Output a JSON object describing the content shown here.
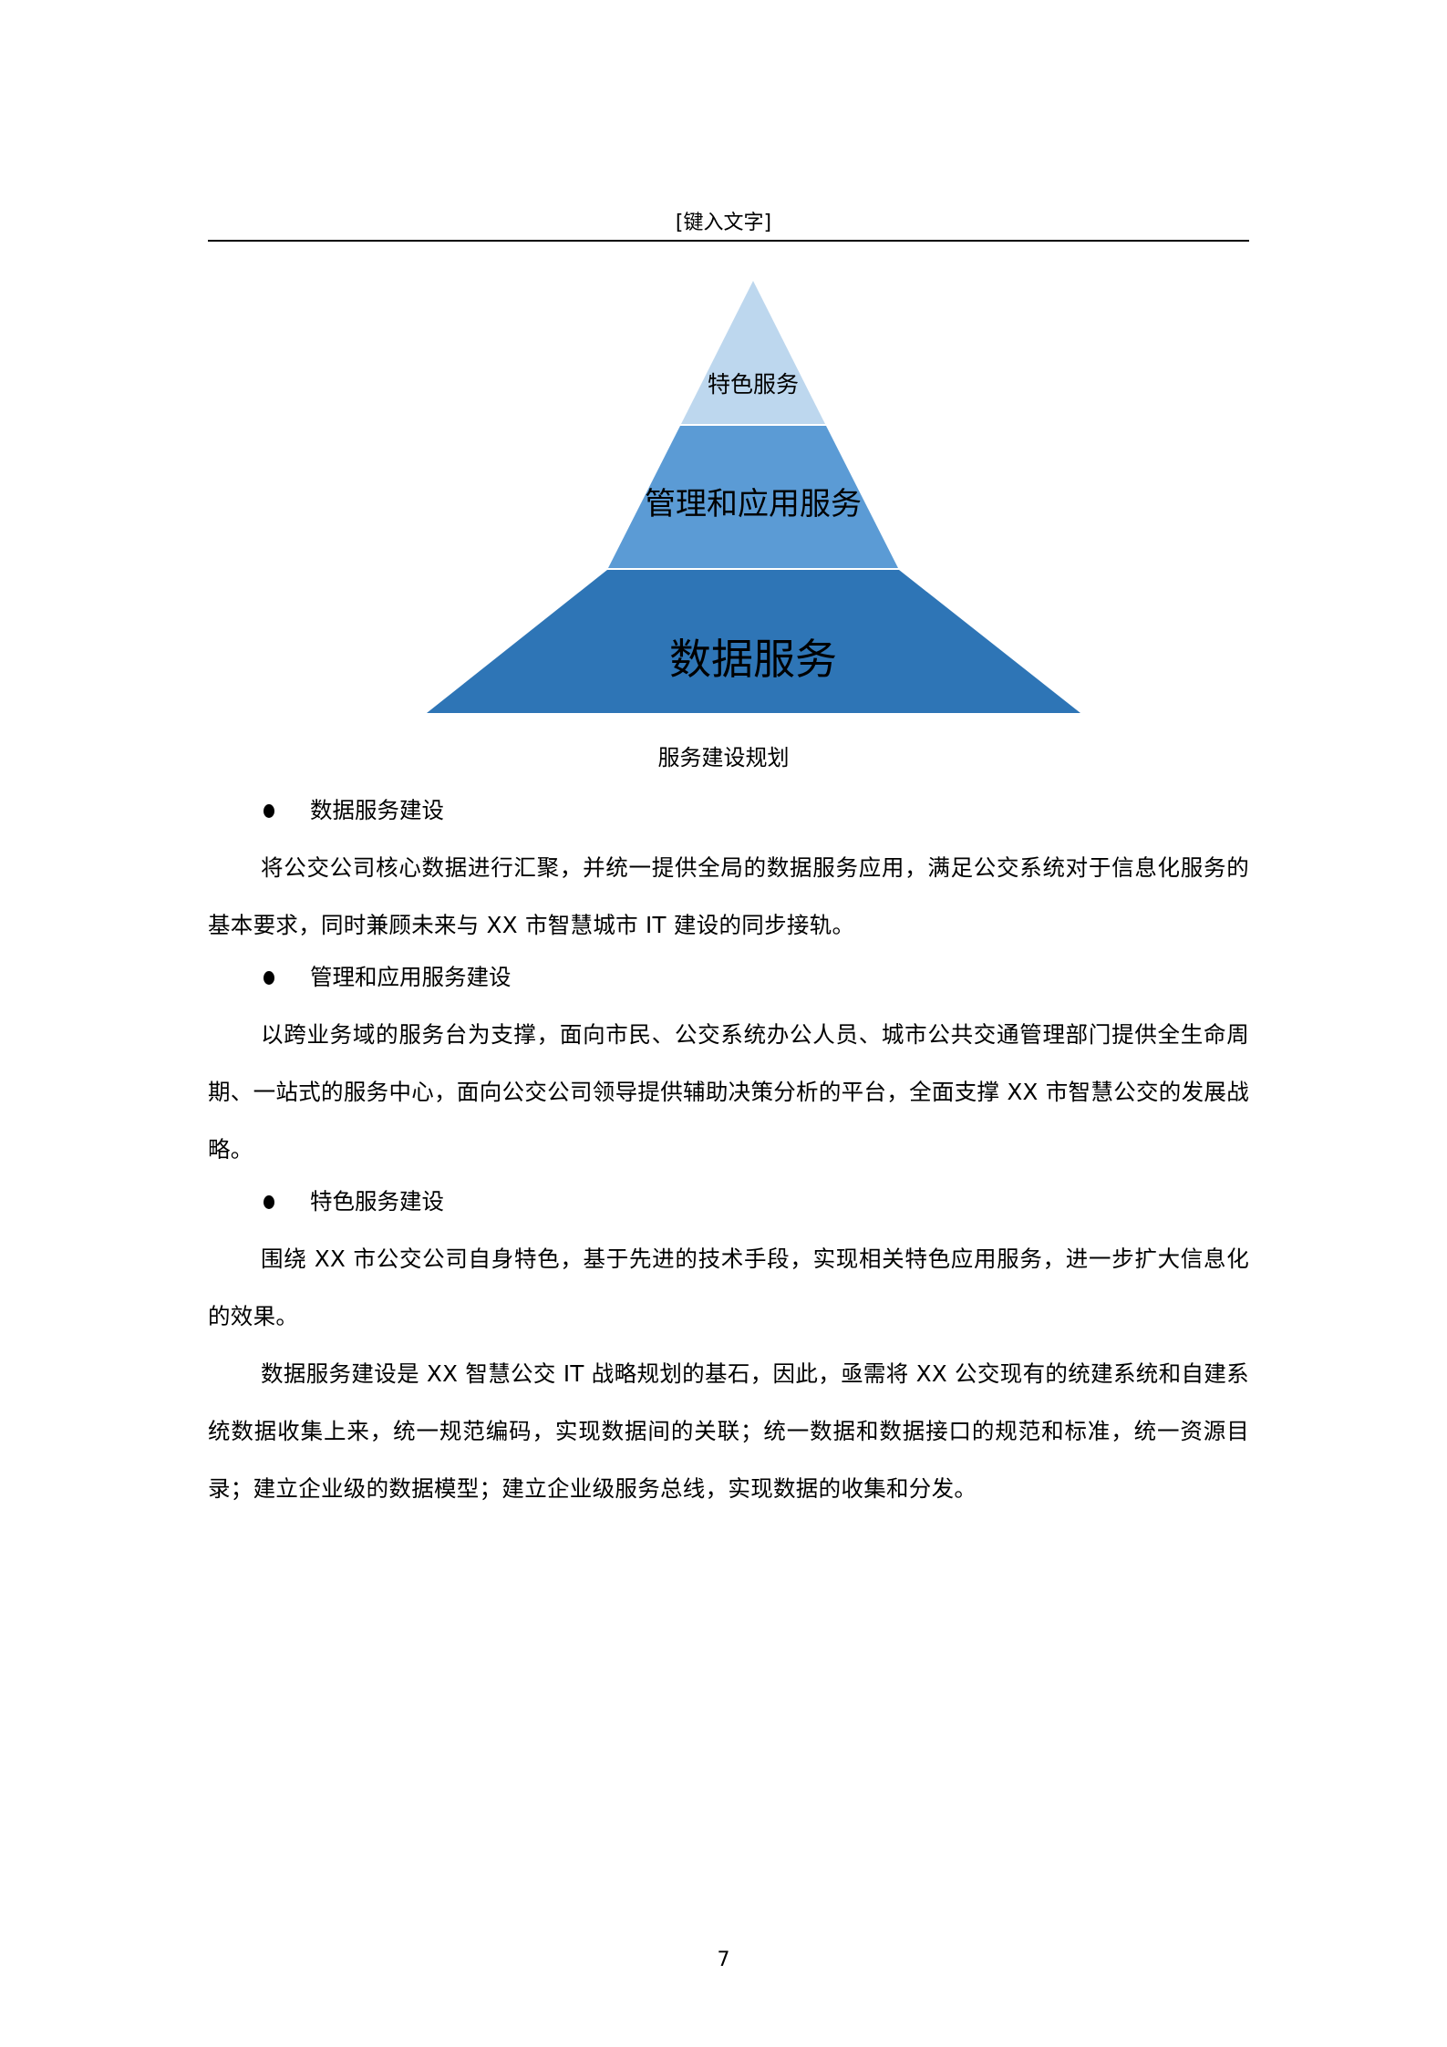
{
  "header": {
    "text": "[键入文字]"
  },
  "figure": {
    "layers": [
      {
        "label": "特色服务",
        "color": "#BDD7EE"
      },
      {
        "label": "管理和应用服务",
        "color": "#5B9BD5"
      },
      {
        "label": "数据服务",
        "color": "#2E75B6"
      }
    ],
    "caption": "服务建设规划"
  },
  "sections": [
    {
      "bullet": "数据服务建设",
      "paragraphs": [
        "将公交公司核心数据进行汇聚，并统一提供全局的数据服务应用，满足公交系统对于信息化服务的基本要求，同时兼顾未来与 XX 市智慧城市 IT 建设的同步接轨。"
      ]
    },
    {
      "bullet": "管理和应用服务建设",
      "paragraphs": [
        "以跨业务域的服务台为支撑，面向市民、公交系统办公人员、城市公共交通管理部门提供全生命周期、一站式的服务中心，面向公交公司领导提供辅助决策分析的平台，全面支撑 XX 市智慧公交的发展战略。"
      ]
    },
    {
      "bullet": "特色服务建设",
      "paragraphs": [
        "围绕 XX 市公交公司自身特色，基于先进的技术手段，实现相关特色应用服务，进一步扩大信息化的效果。",
        "数据服务建设是 XX 智慧公交 IT 战略规划的基石，因此，亟需将 XX 公交现有的统建系统和自建系统数据收集上来，统一规范编码，实现数据间的关联；统一数据和数据接口的规范和标准，统一资源目录；建立企业级的数据模型；建立企业级服务总线，实现数据的收集和分发。"
      ]
    }
  ],
  "footer": {
    "page_number": "7"
  }
}
